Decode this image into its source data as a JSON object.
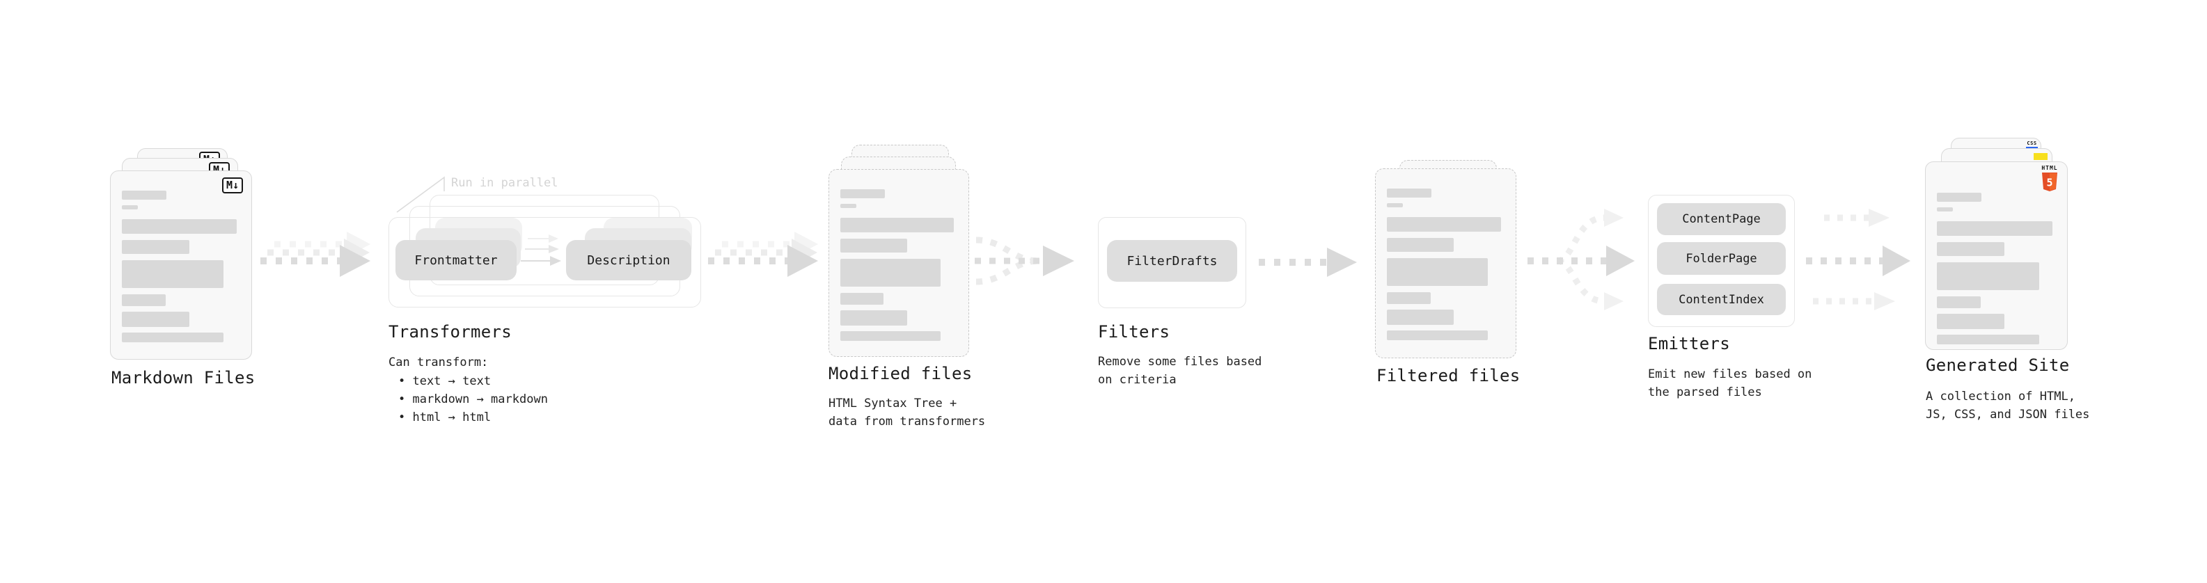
{
  "stages": {
    "markdown": {
      "label": "Markdown Files",
      "badge": "M↓"
    },
    "transformers": {
      "label": "Transformers",
      "annotation": "Run in parallel",
      "pill_from": "Frontmatter",
      "pill_to": "Description",
      "desc_title": "Can transform:",
      "bullets": [
        "• text → text",
        "• markdown → markdown",
        "• html → html"
      ]
    },
    "modified": {
      "label": "Modified files",
      "desc": "HTML Syntax Tree +\ndata from transformers"
    },
    "filters": {
      "label": "Filters",
      "pill": "FilterDrafts",
      "desc": "Remove some files based\non criteria"
    },
    "filtered": {
      "label": "Filtered files"
    },
    "emitters": {
      "label": "Emitters",
      "pills": [
        "ContentPage",
        "FolderPage",
        "ContentIndex"
      ],
      "desc": "Emit new files based on\nthe parsed files"
    },
    "site": {
      "label": "Generated Site",
      "desc": "A collection of HTML,\nJS, CSS, and JSON files",
      "badge_html": "HTML",
      "badge_five": "5",
      "badge_css": "CSS"
    }
  },
  "colors": {
    "html5_orange": "#e44d26",
    "html5_orange_light": "#f16529",
    "css_blue": "#2965f1",
    "js_yellow": "#f7df1e",
    "arrow_gray": "#d9d9d9",
    "arrow_faded": "#efefef",
    "bar_gray": "#d9d9d9"
  }
}
